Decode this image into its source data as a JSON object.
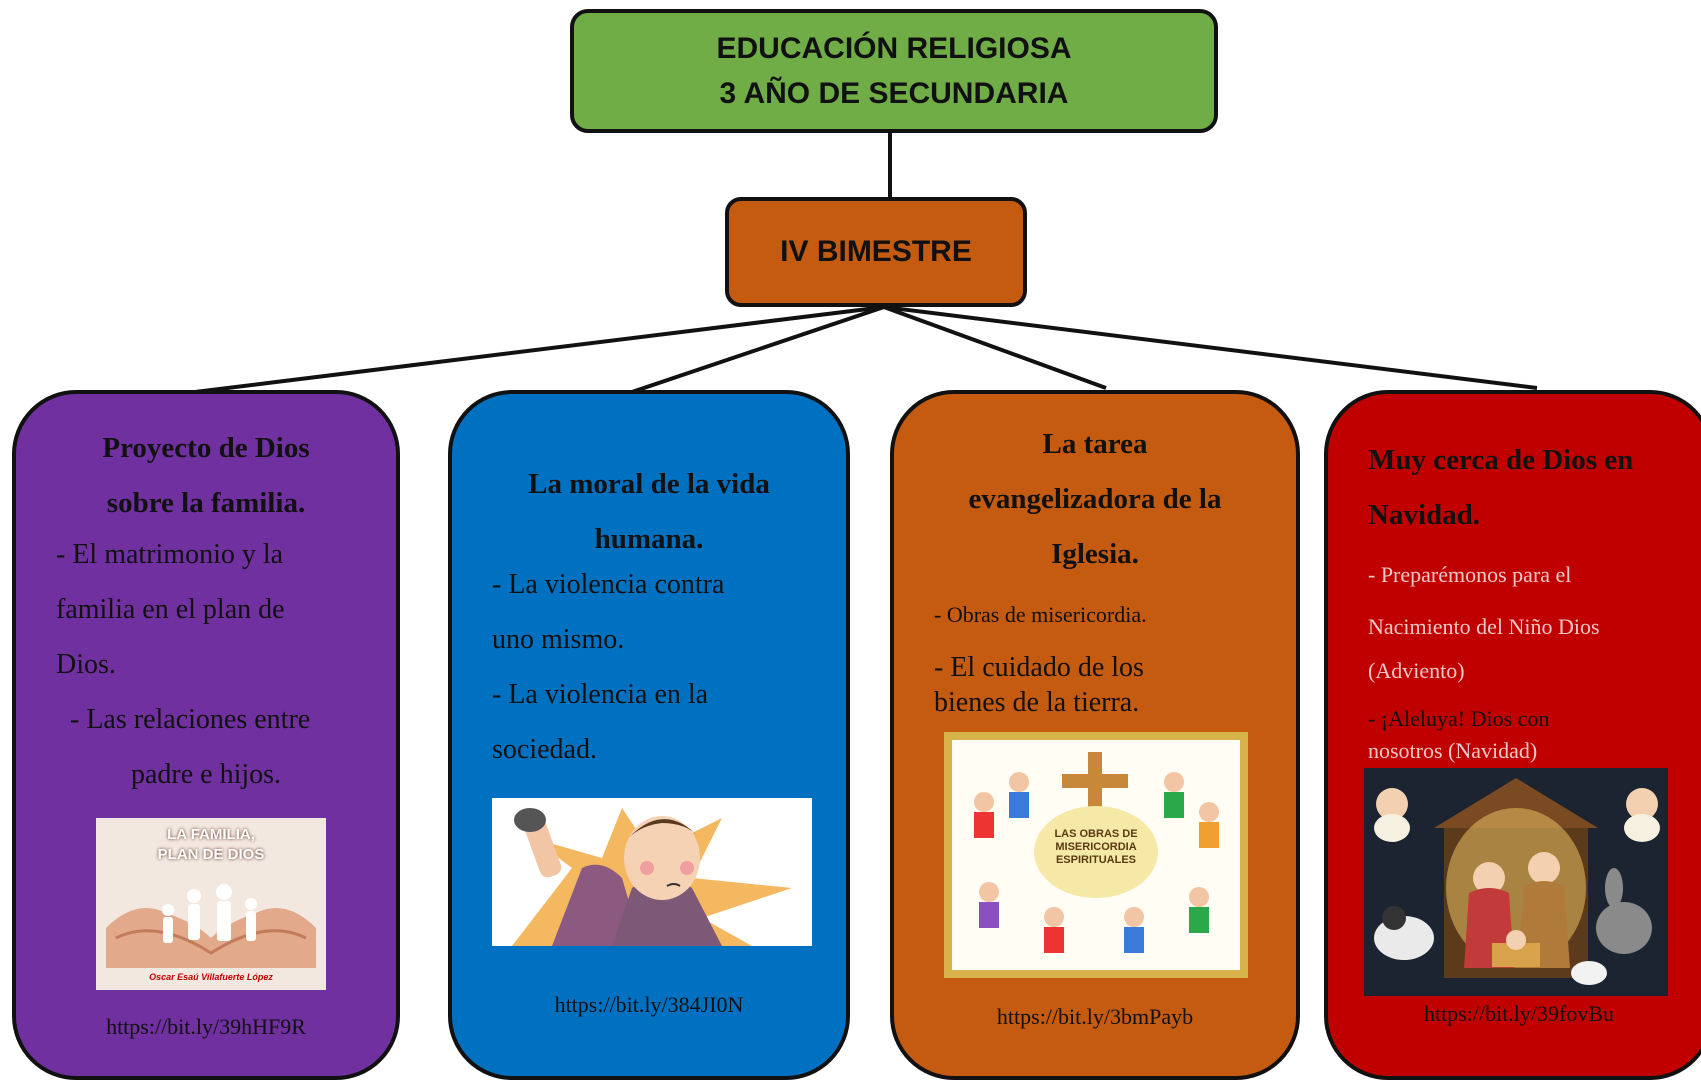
{
  "root": {
    "line1": "EDUCACIÓN RELIGIOSA",
    "line2": "3 AÑO DE SECUNDARIA",
    "color": "#70ad47"
  },
  "middle": {
    "label": "IV BIMESTRE",
    "color": "#c55a11"
  },
  "cards": [
    {
      "color": "#7030a0",
      "title1": "Proyecto de Dios",
      "title2": "sobre la familia.",
      "lines": [
        "- El matrimonio y la",
        "familia en el plan de",
        "Dios.",
        "- Las relaciones entre",
        "padre e hijos."
      ],
      "image_text1": "LA FAMILIA,",
      "image_text2": "PLAN DE DIOS",
      "image_caption": "Oscar Esaú Villafuerte López",
      "url": "https://bit.ly/39hHF9R"
    },
    {
      "color": "#0070c0",
      "title1": "La moral de la vida",
      "title2": "humana.",
      "lines": [
        "- La violencia contra",
        "uno mismo.",
        "- La violencia en la",
        "sociedad."
      ],
      "url": "https://bit.ly/384JI0N"
    },
    {
      "color": "#c55a11",
      "title1": "La tarea",
      "title2": "evangelizadora de la",
      "title3": "Iglesia.",
      "lines": [
        "- Obras de misericordia.",
        "-  El cuidado de los",
        "bienes de la tierra."
      ],
      "image_text1": "LAS OBRAS DE",
      "image_text2": "MISERICORDIA",
      "image_text3": "ESPIRITUALES",
      "url": "https://bit.ly/3bmPayb"
    },
    {
      "color": "#c00000",
      "title1": "Muy cerca de Dios en",
      "title2": "Navidad.",
      "lines": [
        "- Preparémonos para el",
        "Nacimiento del Niño Dios",
        "(Adviento)",
        "- ¡Aleluya! Dios con",
        "nosotros (Navidad)"
      ],
      "url": "https://bit.ly/39fovBu"
    }
  ]
}
